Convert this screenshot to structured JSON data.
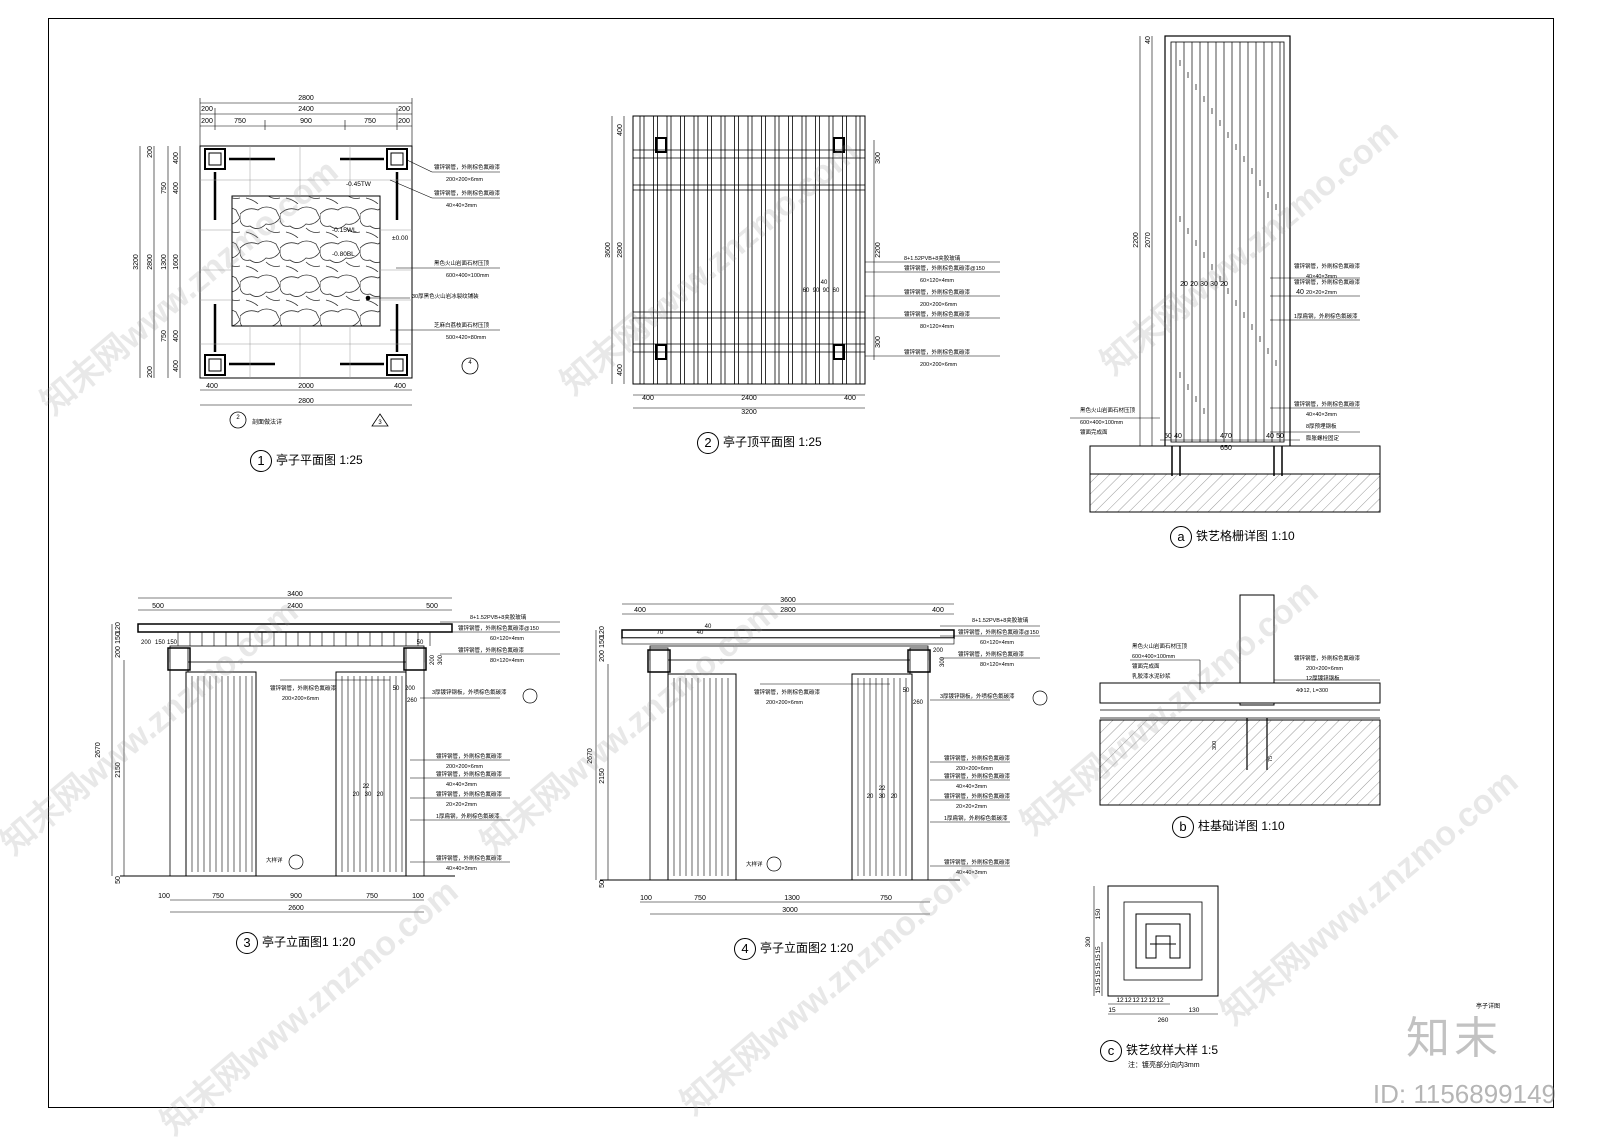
{
  "sheet": {
    "frame": true
  },
  "views": {
    "v1": {
      "num": "1",
      "title": "亭子平面图",
      "scale": "1:25"
    },
    "v2": {
      "num": "2",
      "title": "亭子顶平面图",
      "scale": "1:25"
    },
    "va": {
      "num": "a",
      "title": "铁艺格栅详图",
      "scale": "1:10"
    },
    "vb": {
      "num": "b",
      "title": "柱基础详图",
      "scale": "1:10"
    },
    "v3": {
      "num": "3",
      "title": "亭子立面图1",
      "scale": "1:20"
    },
    "v4": {
      "num": "4",
      "title": "亭子立面图2",
      "scale": "1:20"
    },
    "vc": {
      "num": "c",
      "title": "铁艺纹样大样",
      "scale": "1:5",
      "note": "注：镀亮部分向内3mm"
    }
  },
  "plan": {
    "dims_top": [
      "2800",
      "200",
      "2400",
      "200",
      "200",
      "750",
      "900",
      "750",
      "200"
    ],
    "dims_bottom": [
      "400",
      "2000",
      "400",
      "2800"
    ],
    "dims_left": [
      "3200",
      "2800",
      "200",
      "750",
      "1300",
      "750",
      "200",
      "400",
      "400",
      "1600",
      "400",
      "400"
    ],
    "levels": [
      "-0.45TW",
      "-0.15WL",
      "-0.80BL",
      "±0.00"
    ],
    "notes": [
      "镀锌钢管，外刷棕色氟碳漆",
      "200×200×6mm",
      "镀锌钢管，外刷棕色氟碳漆",
      "40×40×3mm",
      "黑色火山岩面石材压顶",
      "600×400×100mm",
      "30厚黑色火山岩冰裂纹铺装",
      "芝麻白荔枝面石材压顶",
      "500×420×80mm"
    ],
    "refs": [
      "4",
      "2",
      "3",
      "剖面做法详"
    ]
  },
  "roof": {
    "dims_bottom": [
      "400",
      "2400",
      "400",
      "3200"
    ],
    "dims_left": [
      "3600",
      "400",
      "2800",
      "400"
    ],
    "dims_right": [
      "300",
      "2200",
      "300"
    ],
    "spacing": [
      "60",
      "90",
      "90",
      "60",
      "40"
    ],
    "notes": [
      "8+1.52PVB+8夹胶玻璃",
      "镀锌钢管，外刷棕色氟碳漆@150",
      "60×120×4mm",
      "镀锌钢管，外刷棕色氟碳漆",
      "200×200×6mm",
      "镀锌钢管，外刷棕色氟碳漆",
      "80×120×4mm",
      "镀锌钢管，外刷棕色氟碳漆",
      "200×200×6mm"
    ]
  },
  "detail_a": {
    "dims": [
      "2200",
      "2070",
      "40",
      "50",
      "40",
      "470",
      "40",
      "50",
      "650",
      "20",
      "20",
      "30",
      "30",
      "20",
      "40"
    ],
    "notes": [
      "镀锌钢管，外刷棕色氟碳漆",
      "40×40×3mm",
      "镀锌钢管，外刷棕色氟碳漆",
      "20×20×2mm",
      "1厚扁钢，外刷棕色氟碳漆",
      "镀锌钢管，外刷棕色氟碳漆",
      "40×40×3mm",
      "8厚预埋钢板",
      "膨胀螺栓固定",
      "黑色火山岩面石材压顶",
      "600×400×100mm",
      "镀面完成面"
    ]
  },
  "detail_b": {
    "notes": [
      "黑色火山岩面石材压顶",
      "600×400×100mm",
      "镀面完成面",
      "乳胶漆水泥砂浆",
      "镀锌钢管，外刷棕色氟碳漆",
      "200×200×6mm",
      "12厚镀锌钢板",
      "4Φ12, L=300",
      "300",
      "75"
    ]
  },
  "elev1": {
    "dims_top": [
      "3400",
      "500",
      "2400",
      "500"
    ],
    "dims_left": [
      "2670",
      "2150",
      "50",
      "200",
      "150",
      "120"
    ],
    "dims_bottom": [
      "100",
      "750",
      "900",
      "750",
      "100",
      "2600"
    ],
    "small": [
      "200",
      "150",
      "150",
      "50",
      "200",
      "300",
      "260",
      "50",
      "200",
      "20",
      "30",
      "20",
      "22"
    ],
    "notes": [
      "8+1.52PVB+8夹胶玻璃",
      "镀锌钢管，外刷棕色氟碳漆@150",
      "60×120×4mm",
      "镀锌钢管，外刷棕色氟碳漆",
      "80×120×4mm",
      "镀锌钢管，外刷棕色氟碳漆",
      "200×200×6mm",
      "3厚镀锌钢板，外喷棕色氟碳漆",
      "镀锌钢管，外刷棕色氟碳漆",
      "200×200×6mm",
      "镀锌钢管，外刷棕色氟碳漆",
      "40×40×3mm",
      "镀锌钢管，外刷棕色氟碳漆",
      "20×20×2mm",
      "1厚扁钢，外刷棕色氟碳漆",
      "镀锌钢管，外刷棕色氟碳漆",
      "40×40×3mm"
    ],
    "ref": "大样详"
  },
  "elev2": {
    "dims_top": [
      "3600",
      "400",
      "2800",
      "400"
    ],
    "dims_left": [
      "2670",
      "2150",
      "50",
      "200",
      "150",
      "120"
    ],
    "dims_bottom": [
      "100",
      "750",
      "1300",
      "750",
      "3000"
    ],
    "small": [
      "70",
      "40",
      "40",
      "200",
      "300",
      "260",
      "50",
      "20",
      "30",
      "20",
      "22"
    ],
    "notes": [
      "8+1.52PVB+8夹胶玻璃",
      "镀锌钢管，外刷棕色氟碳漆@150",
      "60×120×4mm",
      "镀锌钢管，外刷棕色氟碳漆",
      "80×120×4mm",
      "镀锌钢管，外刷棕色氟碳漆",
      "200×200×6mm",
      "3厚镀锌钢板，外喷棕色氟碳漆",
      "镀锌钢管，外刷棕色氟碳漆",
      "200×200×6mm",
      "镀锌钢管，外刷棕色氟碳漆",
      "40×40×3mm",
      "镀锌钢管，外刷棕色氟碳漆",
      "20×20×2mm",
      "1厚扁钢，外刷棕色氟碳漆",
      "镀锌钢管，外刷棕色氟碳漆",
      "40×40×3mm"
    ],
    "ref": "大样详"
  },
  "detail_c": {
    "dims_left": [
      "300",
      "150",
      "15",
      "15",
      "15",
      "15",
      "15",
      "15"
    ],
    "dims_bottom": [
      "260",
      "130",
      "12",
      "12",
      "12",
      "12",
      "12",
      "12",
      "15"
    ],
    "label": "亭子详图"
  },
  "watermark": {
    "text": "知末网www.znzmo.com",
    "brand": "知末",
    "id": "ID: 1156899149"
  }
}
